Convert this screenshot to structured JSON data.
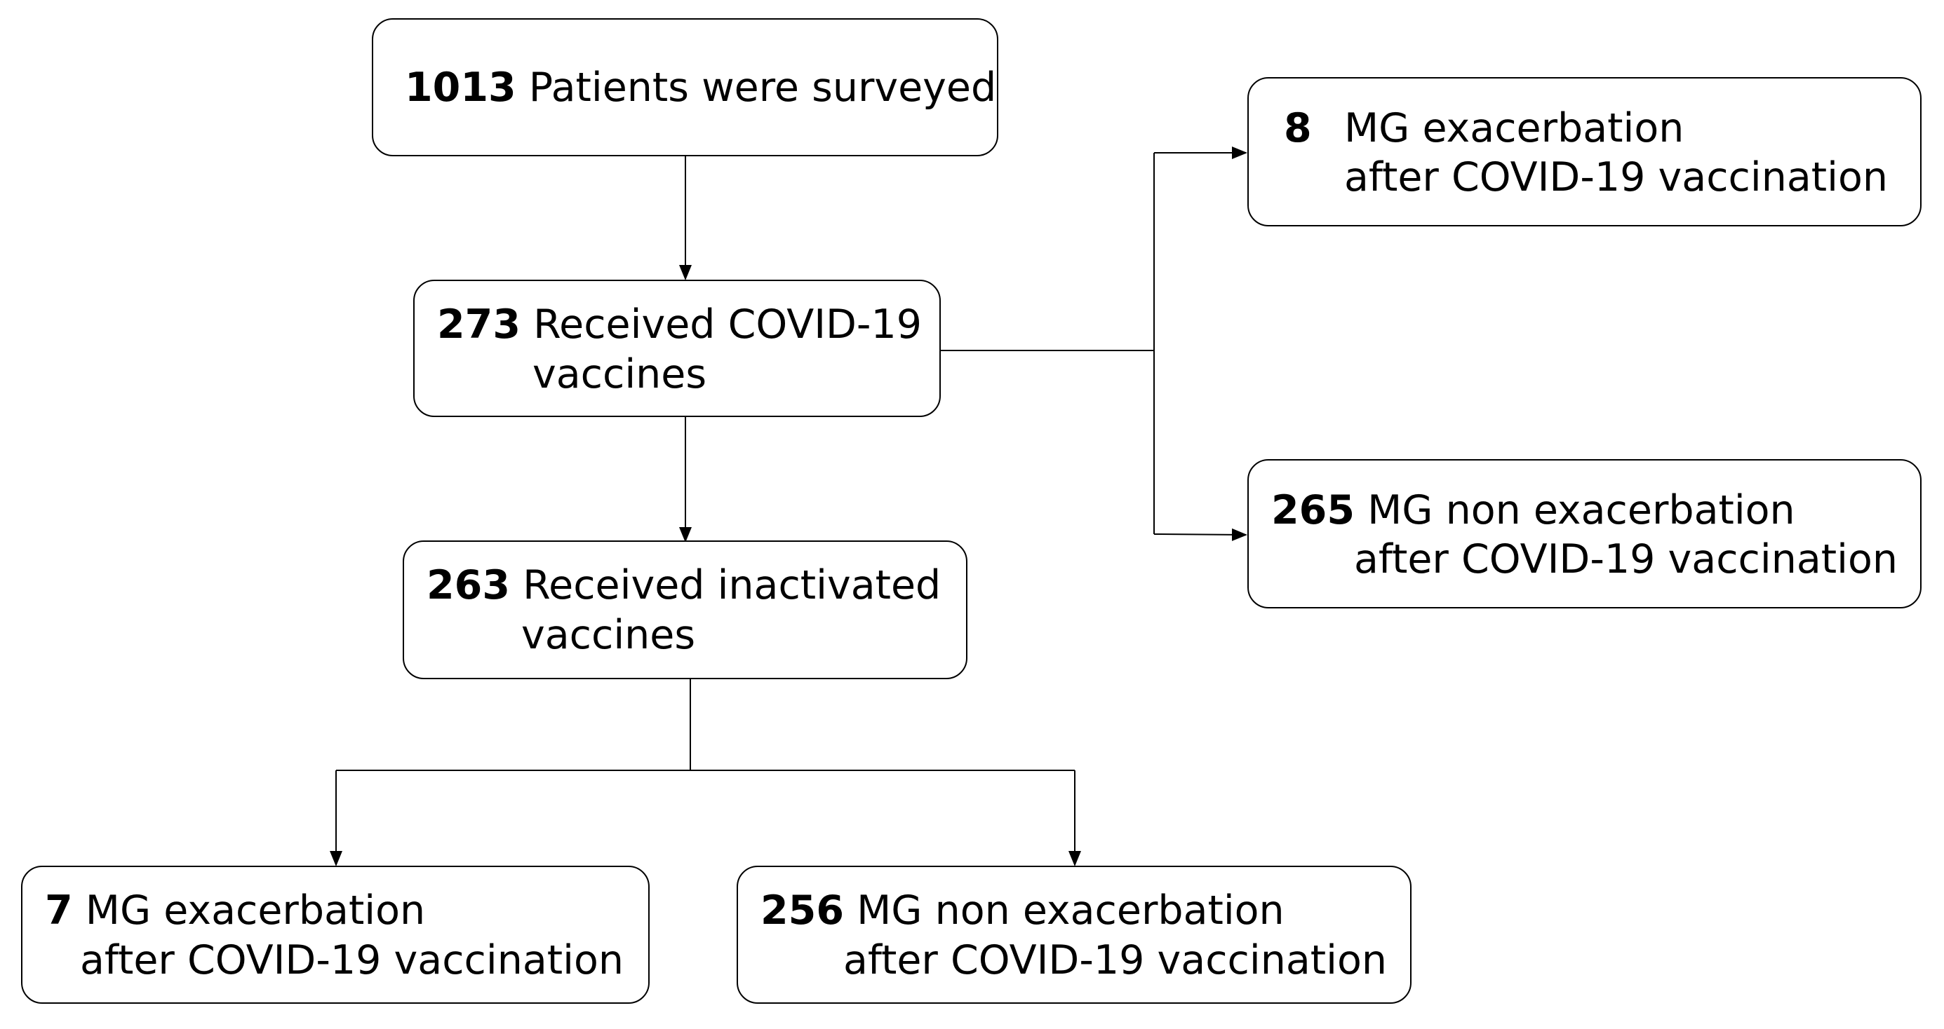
{
  "nodes": {
    "surveyed": {
      "count": "1013",
      "line1": "Patients were surveyed",
      "line2": ""
    },
    "received_covid_vaccines": {
      "count": "273",
      "line1": "Received COVID-19",
      "line2": "vaccines"
    },
    "exacerbation_all": {
      "count": "8",
      "line1": "MG exacerbation",
      "line2": "after COVID-19 vaccination"
    },
    "non_exacerbation_all": {
      "count": "265",
      "line1": "MG non exacerbation",
      "line2": "after COVID-19 vaccination"
    },
    "received_inactivated": {
      "count": "263",
      "line1": "Received inactivated",
      "line2": "vaccines"
    },
    "exacerbation_inactivated": {
      "count": "7",
      "line1": "MG exacerbation",
      "line2": "after COVID-19 vaccination"
    },
    "non_exacerbation_inactivated": {
      "count": "256",
      "line1": "MG non exacerbation",
      "line2": "after COVID-19 vaccination"
    }
  },
  "edges": [
    {
      "from": "surveyed",
      "to": "received_covid_vaccines"
    },
    {
      "from": "received_covid_vaccines",
      "to": "exacerbation_all"
    },
    {
      "from": "received_covid_vaccines",
      "to": "non_exacerbation_all"
    },
    {
      "from": "received_covid_vaccines",
      "to": "received_inactivated"
    },
    {
      "from": "received_inactivated",
      "to": "exacerbation_inactivated"
    },
    {
      "from": "received_inactivated",
      "to": "non_exacerbation_inactivated"
    }
  ]
}
